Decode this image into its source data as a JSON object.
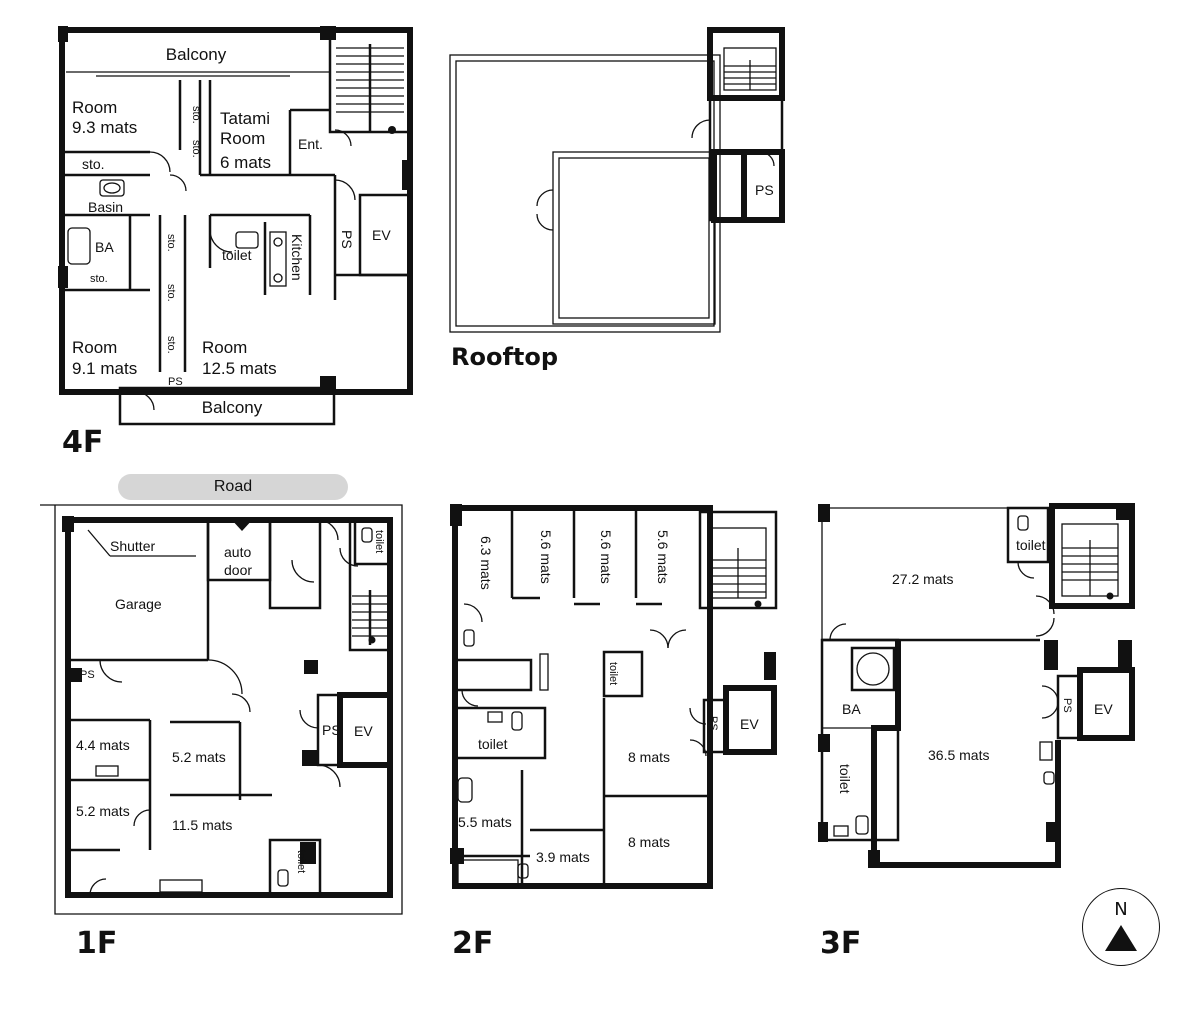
{
  "floors": {
    "f4": {
      "title": "4F",
      "rooms": {
        "balcony_top": "Balcony",
        "room_a_name": "Room",
        "room_a_size": "9.3 mats",
        "tatami_line1": "Tatami",
        "tatami_line2": "Room",
        "tatami_size": "6 mats",
        "entrance": "Ent.",
        "storage": "sto.",
        "basin": "Basin",
        "bath": "BA",
        "toilet": "toilet",
        "kitchen": "Kitchen",
        "ps": "PS",
        "ev": "EV",
        "room_b_name": "Room",
        "room_b_size": "9.1 mats",
        "room_c_name": "Room",
        "room_c_size": "12.5 mats",
        "balcony_bottom": "Balcony"
      }
    },
    "rooftop": {
      "title": "Rooftop",
      "ps": "PS"
    },
    "f1": {
      "title": "1F",
      "road": "Road",
      "rooms": {
        "shutter": "Shutter",
        "garage": "Garage",
        "auto_door_1": "auto",
        "auto_door_2": "door",
        "toilet_a": "toilet",
        "ps": "PS",
        "ev": "EV",
        "r44": "4.4 mats",
        "r52a": "5.2 mats",
        "r52b": "5.2 mats",
        "r115": "11.5 mats",
        "toilet_b": "toilet"
      }
    },
    "f2": {
      "title": "2F",
      "rooms": {
        "r63": "6.3 mats",
        "r56a": "5.6 mats",
        "r56b": "5.6 mats",
        "r56c": "5.6 mats",
        "toilet_small": "toilet",
        "toilet_big": "toilet",
        "ps": "PS",
        "ev": "EV",
        "r8a": "8 mats",
        "r55": "5.5 mats",
        "r39": "3.9 mats",
        "r8b": "8 mats"
      }
    },
    "f3": {
      "title": "3F",
      "rooms": {
        "toilet_top": "toilet",
        "r272": "27.2 mats",
        "bath": "BA",
        "toilet_side": "toilet",
        "ps": "PS",
        "ev": "EV",
        "r365": "36.5 mats"
      }
    }
  },
  "compass": {
    "label": "N"
  }
}
